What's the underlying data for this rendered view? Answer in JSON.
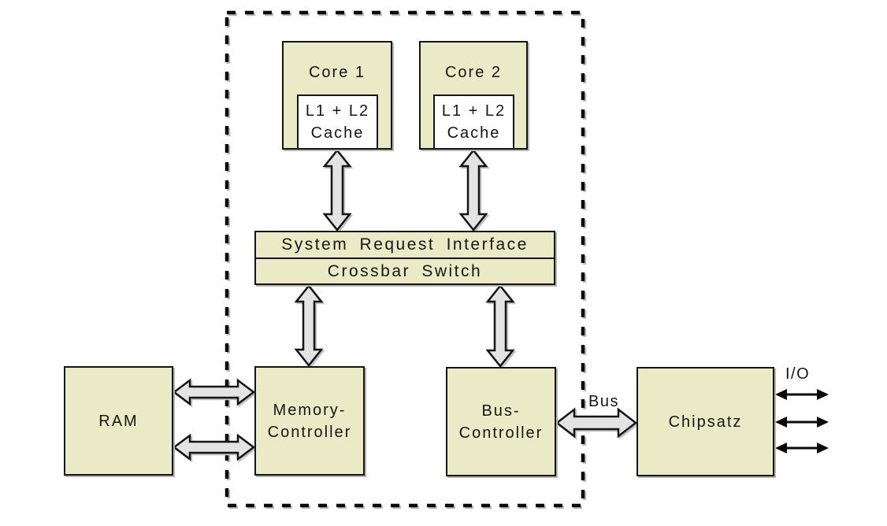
{
  "diagram": {
    "title_hint": "Dual-core CPU architecture block diagram",
    "colors": {
      "background": "#ffffff",
      "box_fill": "#eaeac6",
      "cache_fill": "#ffffff",
      "box_border": "#141414",
      "arrow_fill": "#e3e3e3",
      "arrow_border": "#141414",
      "thin_arrow": "#0a0a0a",
      "shadow": "#b6b6b6",
      "text": "#161616"
    },
    "nodes": {
      "core1": {
        "label": "Core 1"
      },
      "core2": {
        "label": "Core 2"
      },
      "cache1": {
        "line1": "L1 + L2",
        "line2": "Cache"
      },
      "cache2": {
        "line1": "L1 + L2",
        "line2": "Cache"
      },
      "system_request_interface": {
        "label": "System Request Interface"
      },
      "crossbar_switch": {
        "label": "Crossbar Switch"
      },
      "memory_controller": {
        "line1": "Memory-",
        "line2": "Controller"
      },
      "bus_controller": {
        "line1": "Bus-",
        "line2": "Controller"
      },
      "ram": {
        "label": "RAM"
      },
      "chipset": {
        "label": "Chipsatz"
      }
    },
    "labels": {
      "bus": "Bus",
      "io": "I/O"
    }
  }
}
